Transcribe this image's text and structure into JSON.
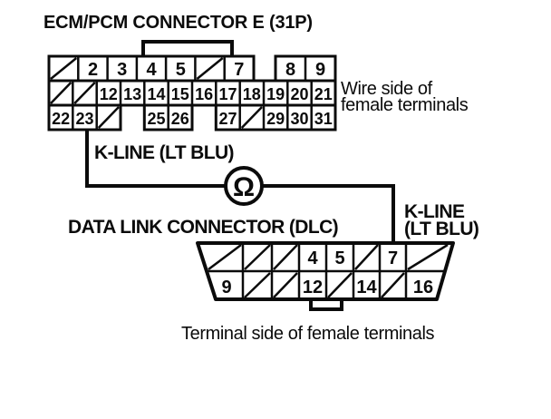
{
  "labels": {
    "ecm_title": "ECM/PCM CONNECTOR E (31P)",
    "wire_side_line1": "Wire side of",
    "wire_side_line2": "female terminals",
    "k_line_top": "K-LINE (LT BLU)",
    "dlc_title": "DATA LINK CONNECTOR (DLC)",
    "k_line_right_line1": "K-LINE",
    "k_line_right_line2": "(LT BLU)",
    "terminal_side": "Terminal side of female terminals",
    "ohm_symbol": "Ω"
  },
  "ecm_connector": {
    "rows": [
      [
        "/",
        "2",
        "3",
        "4",
        "5",
        "/",
        "7",
        "8",
        "9"
      ],
      [
        "/",
        "/",
        "12",
        "13",
        "14",
        "15",
        "16",
        "17",
        "18",
        "19",
        "20",
        "21"
      ],
      [
        "22",
        "23",
        "/",
        "",
        "25",
        "26",
        "",
        "27",
        "/",
        "29",
        "30",
        "31"
      ]
    ]
  },
  "dlc_connector": {
    "rows": [
      [
        "/",
        "/",
        "/",
        "4",
        "5",
        "/",
        "7",
        "/"
      ],
      [
        "9",
        "/",
        "/",
        "12",
        "/",
        "14",
        "/",
        "16"
      ]
    ]
  },
  "colors": {
    "ink": "#0b0b0b",
    "paper": "#ffffff"
  }
}
